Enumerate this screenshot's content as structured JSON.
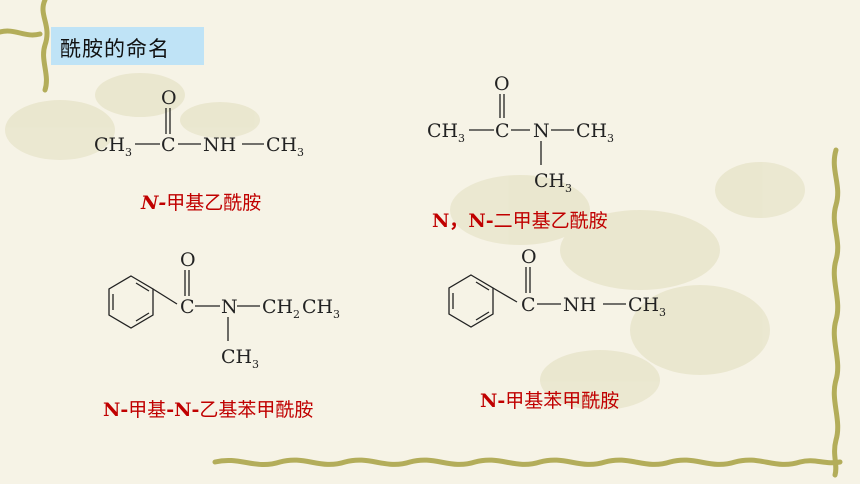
{
  "title": "酰胺的命名",
  "colors": {
    "accent_red": "#c00000",
    "title_bg": "#bfe3f6",
    "vine": "#b3ad5a"
  },
  "structures": [
    {
      "o": "O",
      "left": "CH",
      "left_sub": "3",
      "c": "C",
      "right": "NH",
      "end": "CH",
      "end_sub": "3",
      "name_prefix": "N-",
      "name_cn": "甲基乙酰胺"
    },
    {
      "o": "O",
      "left": "CH",
      "left_sub": "3",
      "c": "C",
      "n": "N",
      "end": "CH",
      "end_sub": "3",
      "branch": "CH",
      "branch_sub": "3",
      "name_prefix": "N，N-",
      "name_cn": "二甲基乙酰胺"
    },
    {
      "o": "O",
      "c": "C",
      "n": "N",
      "chain": "CH",
      "chain_sub1": "2",
      "chain2": "CH",
      "chain_sub2": "3",
      "branch": "CH",
      "branch_sub": "3",
      "name_p1": "N-",
      "name_c1": "甲基",
      "name_p2": "-N-",
      "name_c2": "乙基苯甲酰胺"
    },
    {
      "o": "O",
      "c": "C",
      "right": "NH",
      "end": "CH",
      "end_sub": "3",
      "name_prefix": "N-",
      "name_cn": "甲基苯甲酰胺"
    }
  ]
}
